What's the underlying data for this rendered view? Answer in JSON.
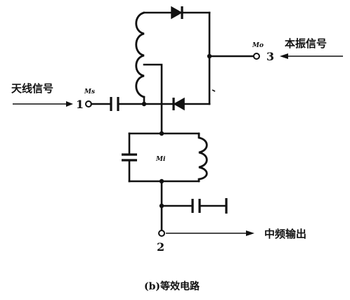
{
  "diagram": {
    "caption": "(b)等效电路",
    "inputs": {
      "antenna": {
        "label": "天线信号",
        "terminal": "1",
        "node_label": "Ms"
      },
      "local_osc": {
        "label": "本振信号",
        "terminal": "3",
        "node_label": "Mo"
      }
    },
    "output": {
      "label": "中频输出",
      "terminal": "2"
    },
    "tank_label": "Mi"
  }
}
